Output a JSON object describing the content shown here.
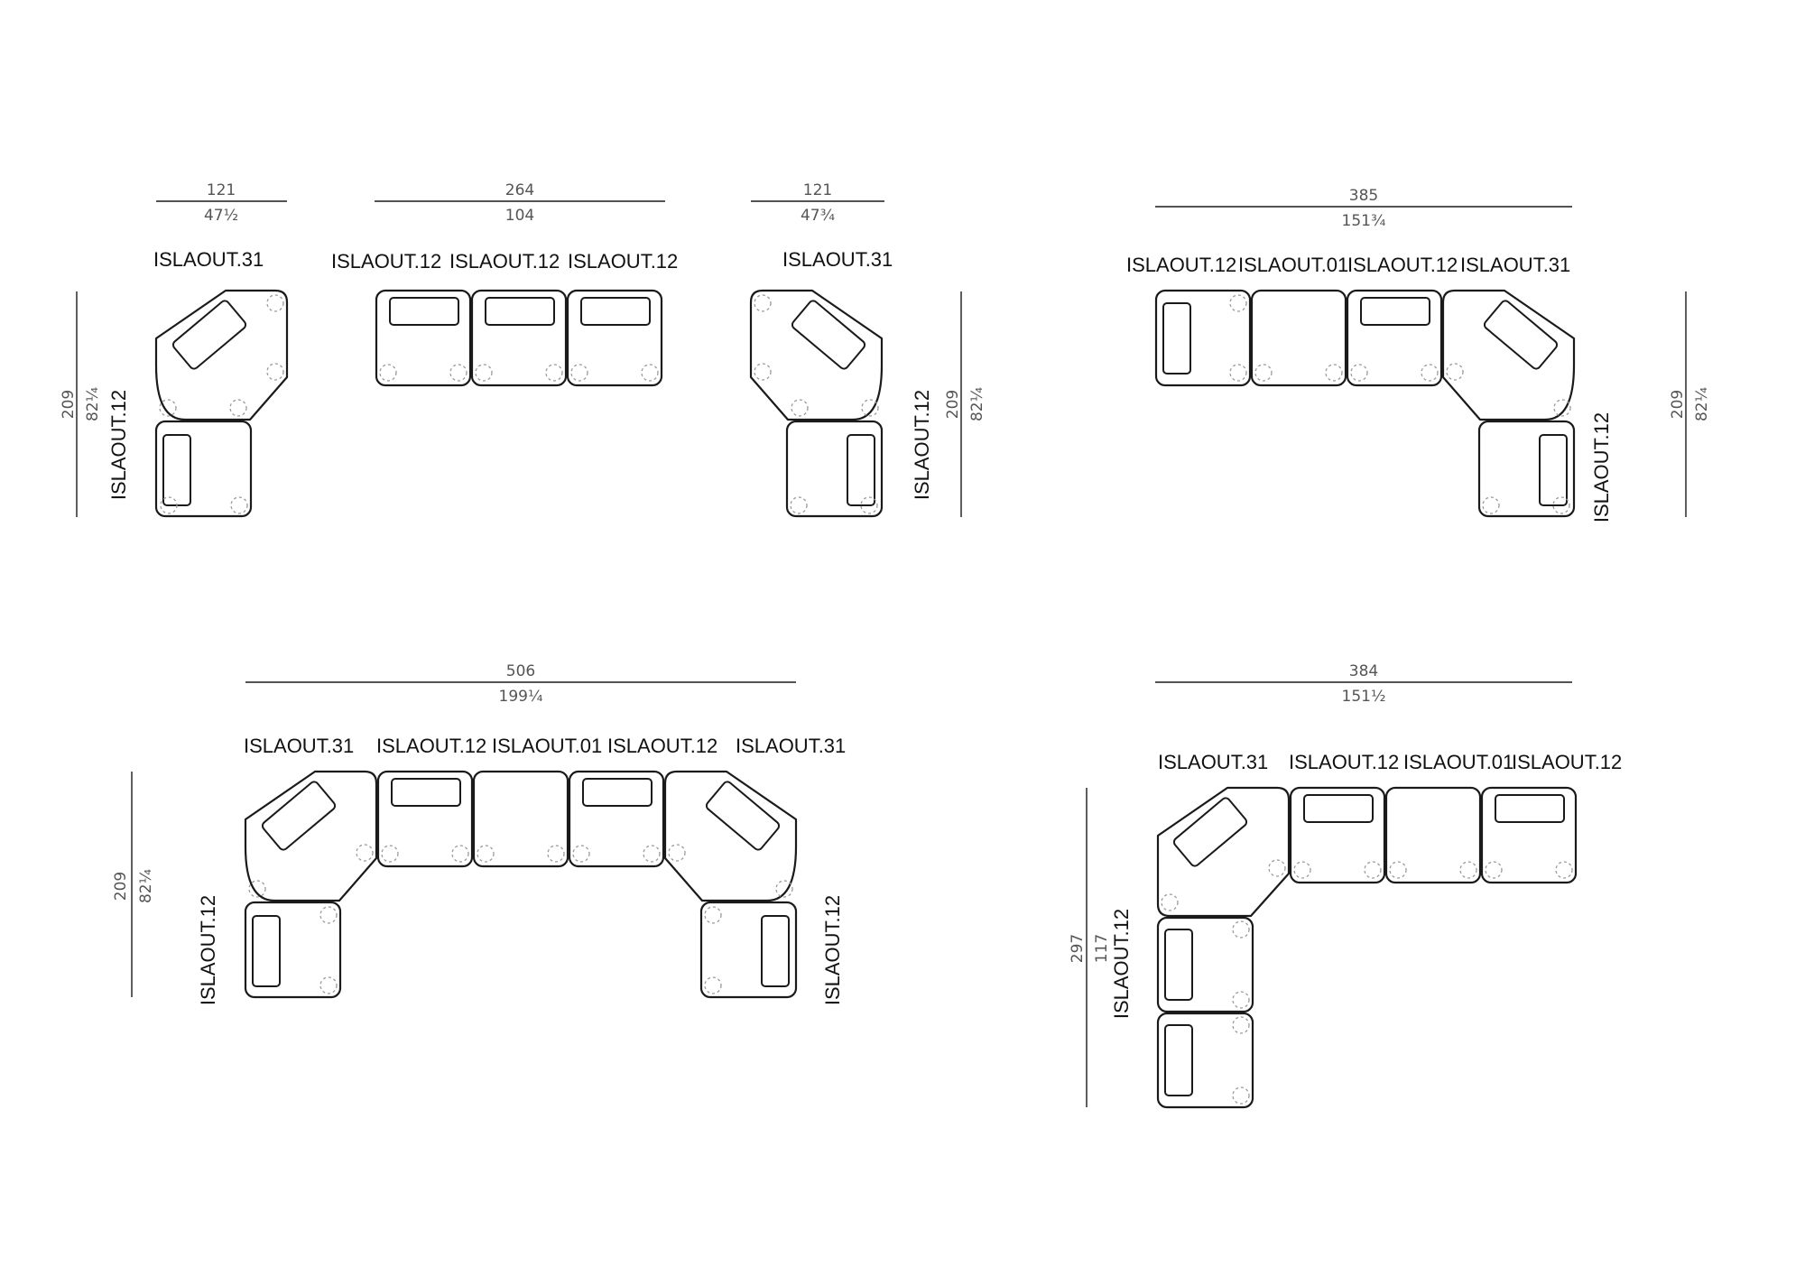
{
  "labels": {
    "c31": "ISLAOUT.31",
    "c12": "ISLAOUT.12",
    "c01": "ISLAOUT.01"
  },
  "dims": {
    "d121": "121",
    "d47_2": "47½",
    "d264": "264",
    "d104": "104",
    "d47_3_4": "47¾",
    "d385": "385",
    "d151_3_4": "151¾",
    "d209": "209",
    "d82_1_4": "82¼",
    "d506": "506",
    "d199_1_4": "199¼",
    "d384": "384",
    "d151_1_2": "151½",
    "d297": "297",
    "d117": "117"
  },
  "colors": {
    "line": "#1a1a1a",
    "dimension_text": "#555555",
    "leg_marks": "#9a9a9a"
  }
}
